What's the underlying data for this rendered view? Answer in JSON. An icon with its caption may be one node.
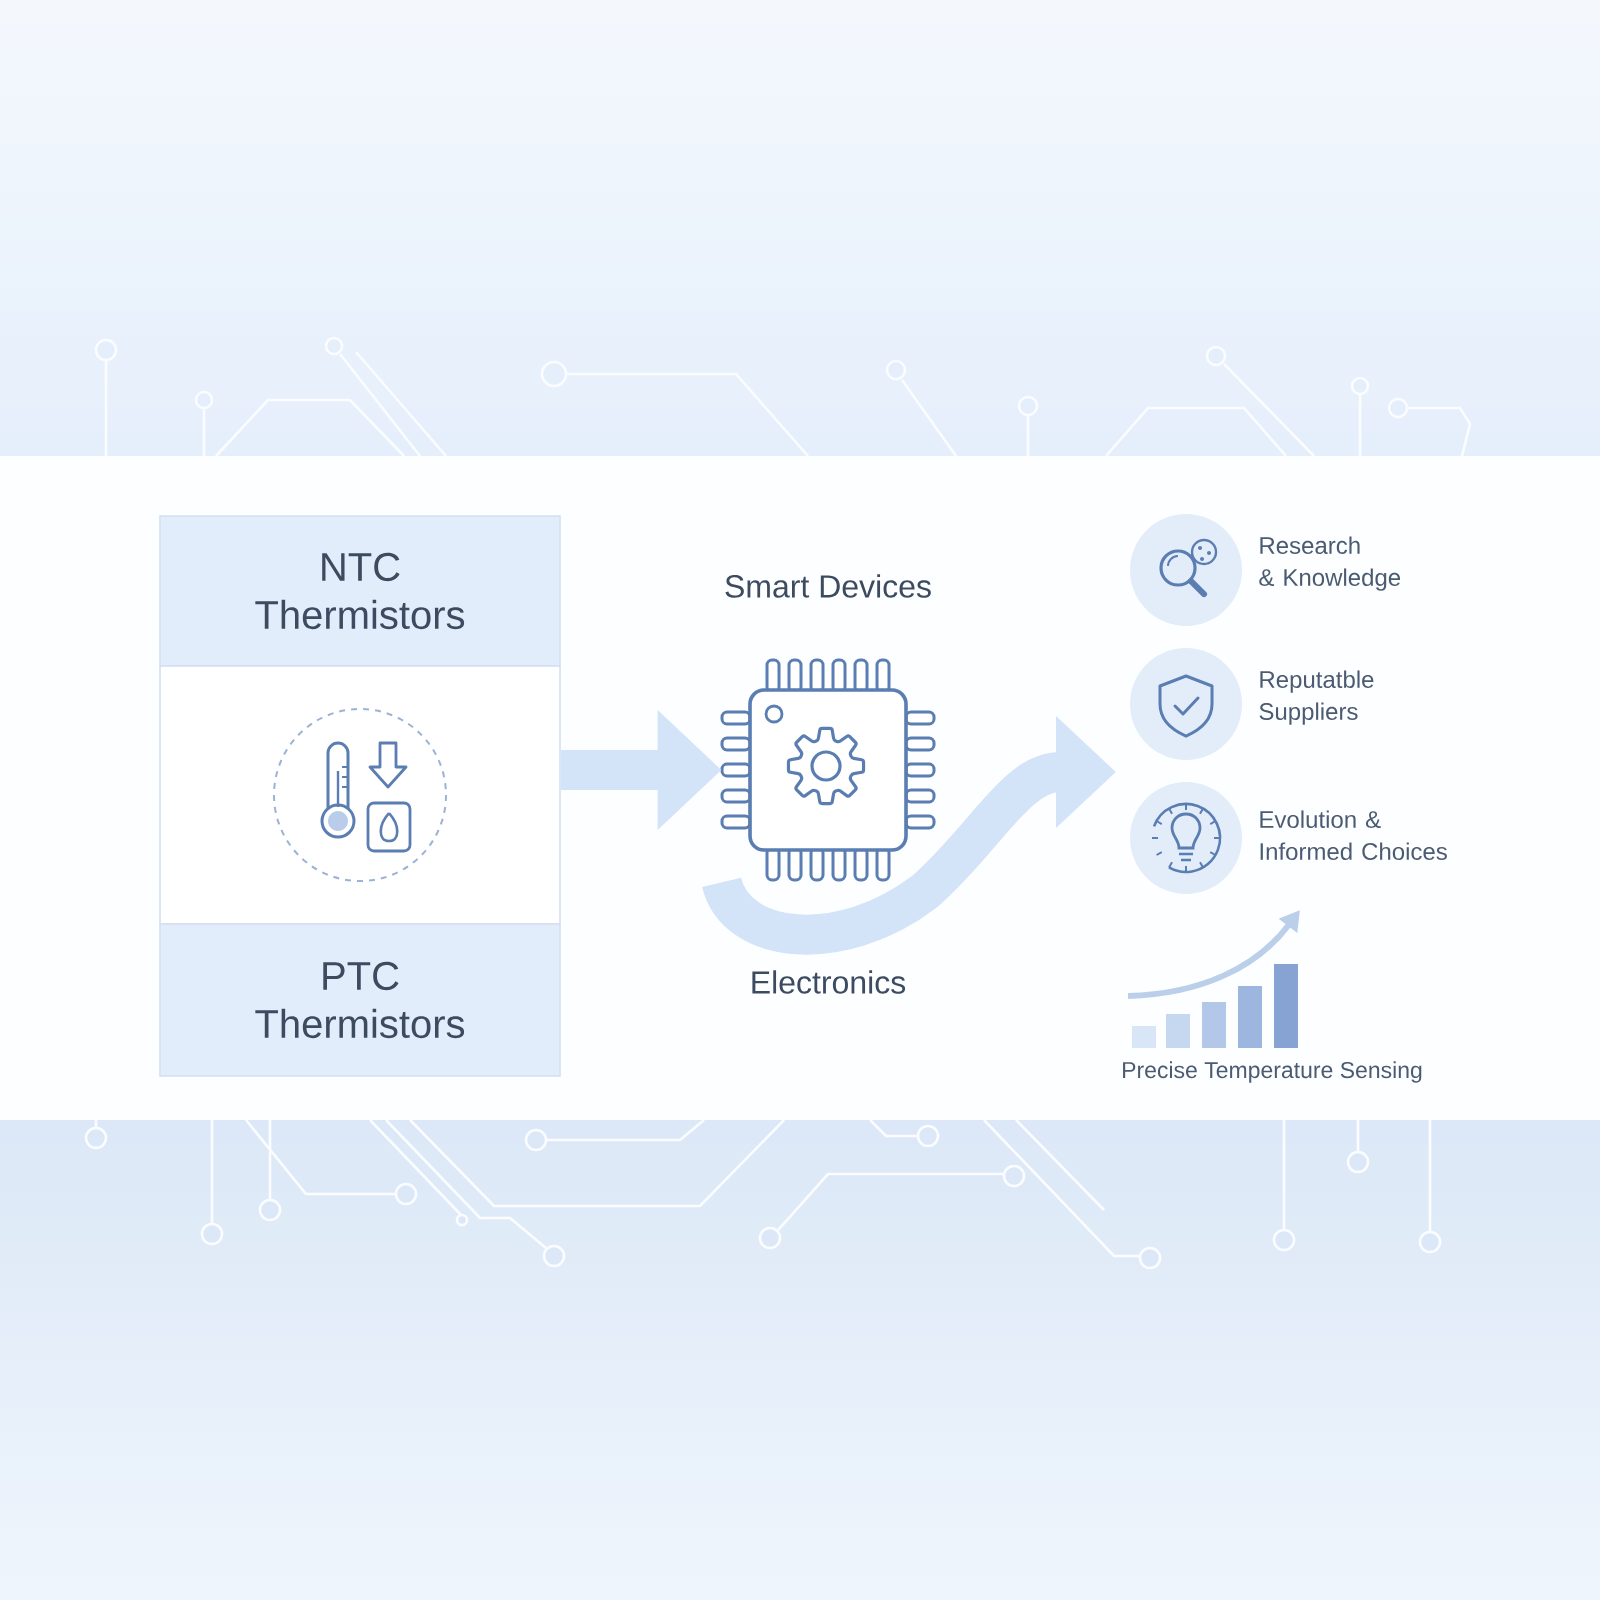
{
  "diagram": {
    "nodes": [
      {
        "text": [
          "NTC Thermistors"
        ]
      },
      {
        "text": [],
        "shape": "picture"
      },
      {
        "text": [
          "PTC Thermistors"
        ]
      },
      {
        "text": [],
        "shape": "picture",
        "beside": [
          "Smart Devices",
          "Electronics"
        ]
      }
    ],
    "edges": [
      {
        "from": 1,
        "to": 3,
        "arrow": "to"
      },
      {
        "from": 3,
        "to": null,
        "arrow": "to"
      }
    ],
    "labels": [
      "Research & Knowledge",
      "Reputatble Suppliers",
      "Evolution & Informed Choices",
      "Precise Temperature Sensing"
    ]
  }
}
